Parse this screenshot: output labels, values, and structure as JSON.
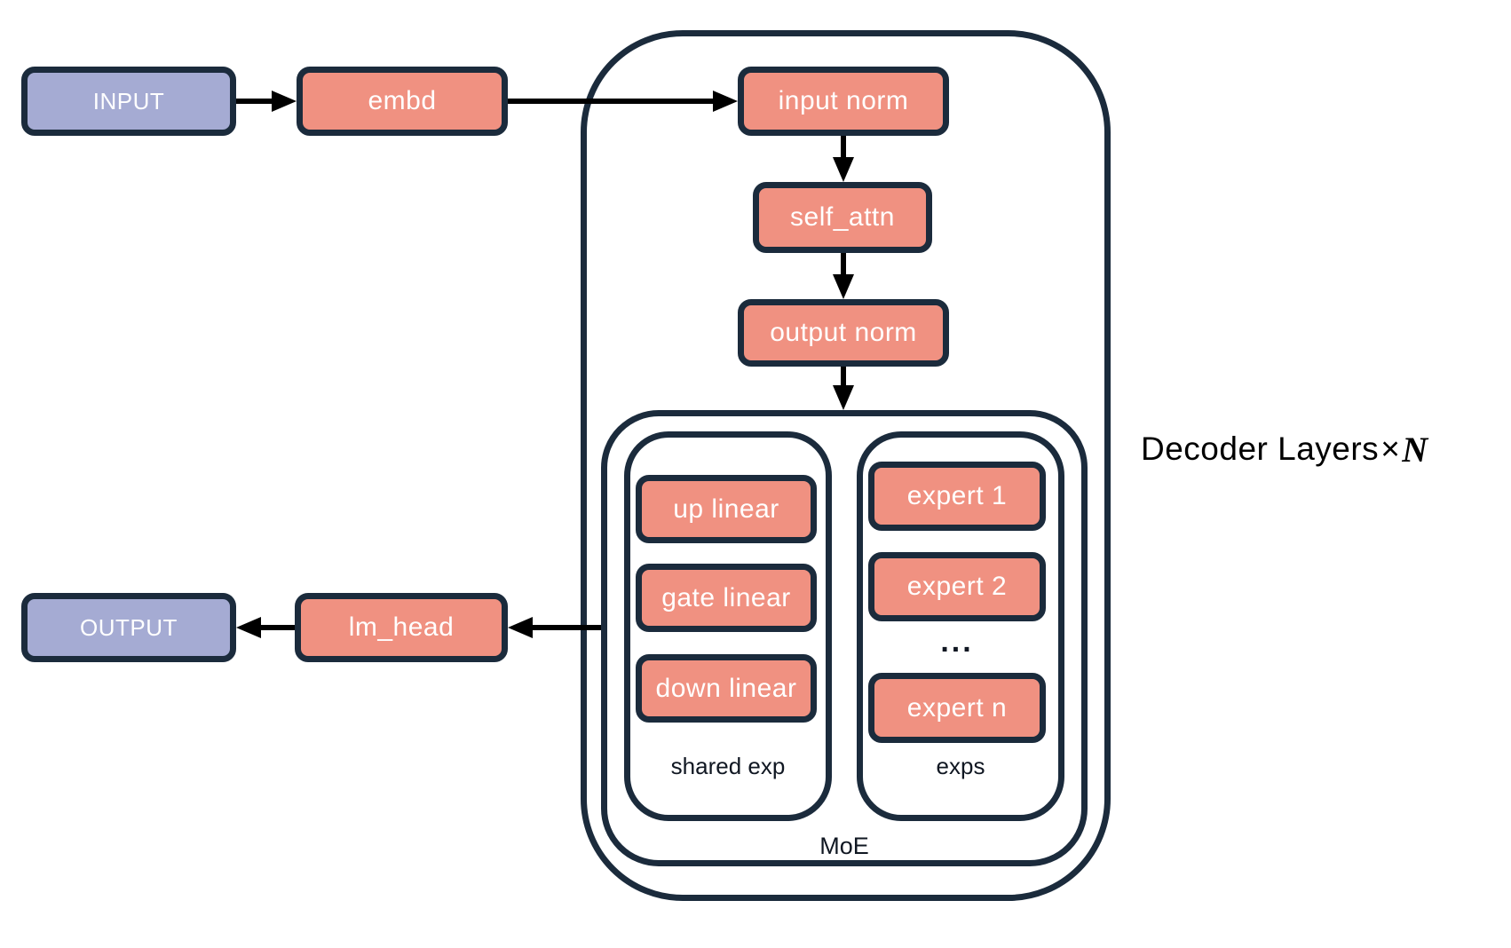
{
  "nodes": {
    "input": "INPUT",
    "embd": "embd",
    "input_norm": "input norm",
    "self_attn": "self_attn",
    "output_norm": "output norm",
    "up_linear": "up linear",
    "gate_linear": "gate linear",
    "down_linear": "down linear",
    "expert_1": "expert 1",
    "expert_2": "expert 2",
    "expert_n": "expert n",
    "lm_head": "lm_head",
    "output": "OUTPUT"
  },
  "labels": {
    "shared_exp": "shared exp",
    "exps": "exps",
    "moe": "MoE",
    "ellipsis": "...",
    "decoder_title": "Decoder Layers",
    "decoder_times": "×",
    "decoder_n": "N"
  },
  "colors": {
    "node_salmon": "#F09181",
    "node_purple": "#A5ABD3",
    "border_navy": "#1B2B3C",
    "arrow_black": "#000000",
    "label_dark": "#101722",
    "node_text": "#FFFFFF",
    "background": "#FFFFFF"
  }
}
